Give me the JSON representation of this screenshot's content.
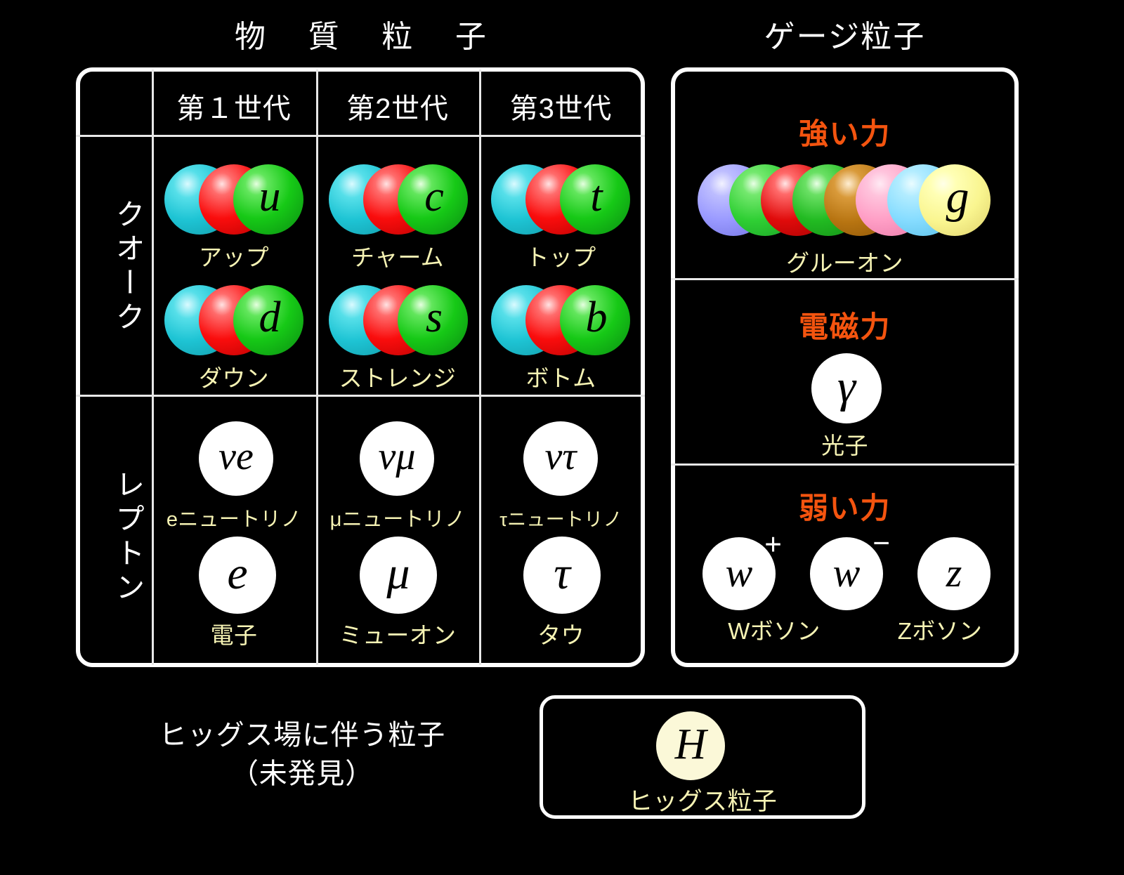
{
  "matter": {
    "title": "物 質 粒 子",
    "generations": [
      "第１世代",
      "第2世代",
      "第3世代"
    ],
    "row_labels": [
      "クオーク",
      "レプトン"
    ],
    "quarks": [
      {
        "symbol": "u",
        "label": "アップ"
      },
      {
        "symbol": "c",
        "label": "チャーム"
      },
      {
        "symbol": "t",
        "label": "トップ"
      },
      {
        "symbol": "d",
        "label": "ダウン"
      },
      {
        "symbol": "s",
        "label": "ストレンジ"
      },
      {
        "symbol": "b",
        "label": "ボトム"
      }
    ],
    "leptons": [
      {
        "symbol": "νe",
        "label": "eニュートリノ"
      },
      {
        "symbol": "νμ",
        "label": "μニュートリノ"
      },
      {
        "symbol": "ντ",
        "label": "τニュートリノ"
      },
      {
        "symbol": "e",
        "label": "電子"
      },
      {
        "symbol": "μ",
        "label": "ミューオン"
      },
      {
        "symbol": "τ",
        "label": "タウ"
      }
    ]
  },
  "gauge": {
    "title": "ゲージ粒子",
    "forces": [
      {
        "name": "強い力",
        "particle_symbol": "g",
        "particle_label": "グルーオン"
      },
      {
        "name": "電磁力",
        "particle_symbol": "γ",
        "particle_label": "光子"
      },
      {
        "name": "弱い力",
        "particle_label_w": "Wボソン",
        "particle_label_z": "Zボソン"
      }
    ],
    "weak_bosons": [
      {
        "symbol": "w",
        "sign": "+"
      },
      {
        "symbol": "w",
        "sign": "−"
      },
      {
        "symbol": "z",
        "sign": ""
      }
    ],
    "gluon_colors": [
      "#9a9aff",
      "#2fcf34",
      "#e00b0b",
      "#22bb22",
      "#b77411",
      "#ff9fc6",
      "#86dcff",
      "#f9f58f"
    ]
  },
  "higgs": {
    "caption_line1": "ヒッグス場に伴う粒子",
    "caption_line2": "（未発見）",
    "symbol": "H",
    "label": "ヒッグス粒子"
  },
  "colors": {
    "background": "#000000",
    "border": "#ffffff",
    "force_accent": "#f4540f",
    "particle_label": "#f6f3b4",
    "heading": "#ffffff",
    "quark_cyan": "#1ec4d4",
    "quark_red": "#fa0d0d",
    "quark_green": "#16c916"
  }
}
